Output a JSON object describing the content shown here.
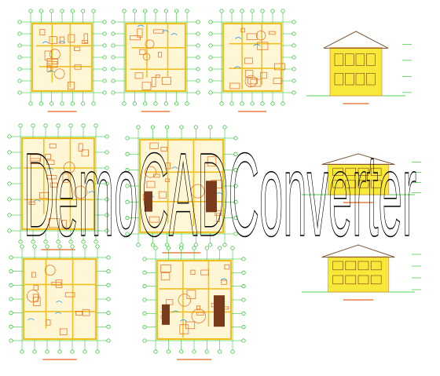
{
  "app": {
    "title": "DemoCADConverter"
  },
  "watermark": {
    "text": "DemoCADConverter"
  },
  "colors": {
    "background": "#ffffff",
    "wall": "#f0c020",
    "furniture": "#e87a2a",
    "grid": "#16c01a",
    "room_fill": "#fff6d6",
    "dark_fill": "#7a3a1c",
    "accent_blue": "#3aa0e0",
    "caption_text": "#e8681b",
    "elevation_wall": "#f7e83a",
    "elevation_roof": "#7a5a3a",
    "watermark_stroke": "#000000"
  },
  "drawings": [
    {
      "kind": "plan",
      "caption": ""
    },
    {
      "kind": "plan",
      "caption": ""
    },
    {
      "kind": "plan",
      "caption": ""
    },
    {
      "kind": "elevation",
      "caption": ""
    },
    {
      "kind": "plan",
      "caption": ""
    },
    {
      "kind": "plan",
      "caption": ""
    },
    {
      "kind": "elevation",
      "caption": ""
    },
    {
      "kind": "plan",
      "caption": ""
    },
    {
      "kind": "plan",
      "caption": ""
    },
    {
      "kind": "elevation",
      "caption": ""
    }
  ]
}
